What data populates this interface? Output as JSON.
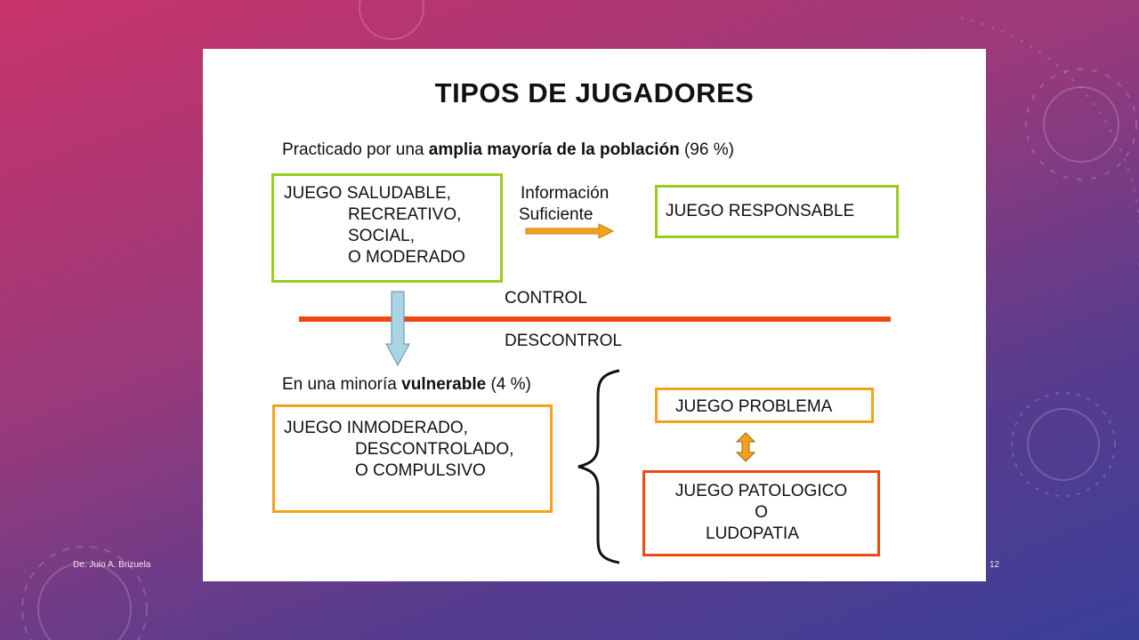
{
  "slide": {
    "title": "TIPOS DE JUGADORES",
    "majority_line": {
      "part1": "Practicado por una ",
      "bold": "amplia mayoría de la población",
      "part2": " (96 %)"
    },
    "healthy_box": {
      "line1": "JUEGO SALUDABLE,",
      "line2": "RECREATIVO,",
      "line3": "SOCIAL,",
      "line4": "O MODERADO"
    },
    "info_label": {
      "line1": "Información",
      "line2": "Suficiente"
    },
    "responsible_box": "JUEGO RESPONSABLE",
    "control_label": "CONTROL",
    "descontrol_label": "DESCONTROL",
    "minority_line": {
      "part1": "En una minoría ",
      "bold": "vulnerable",
      "part2": " (4 %)"
    },
    "immoderate_box": {
      "line1": "JUEGO INMODERADO,",
      "line2": "DESCONTROLADO,",
      "line3": "O COMPULSIVO"
    },
    "problem_box": "JUEGO PROBLEMA",
    "pathologic_box": {
      "line1": "JUEGO PATOLOGICO",
      "line2": "O",
      "line3": "LUDOPATIA"
    }
  },
  "footer": {
    "author": "De. Juio A. Brizuela",
    "page_number": "12"
  },
  "colors": {
    "green": "#9acc1e",
    "orange": "#f4a11c",
    "red": "#f04a14",
    "arrow_blue": "#a9d4e4"
  }
}
